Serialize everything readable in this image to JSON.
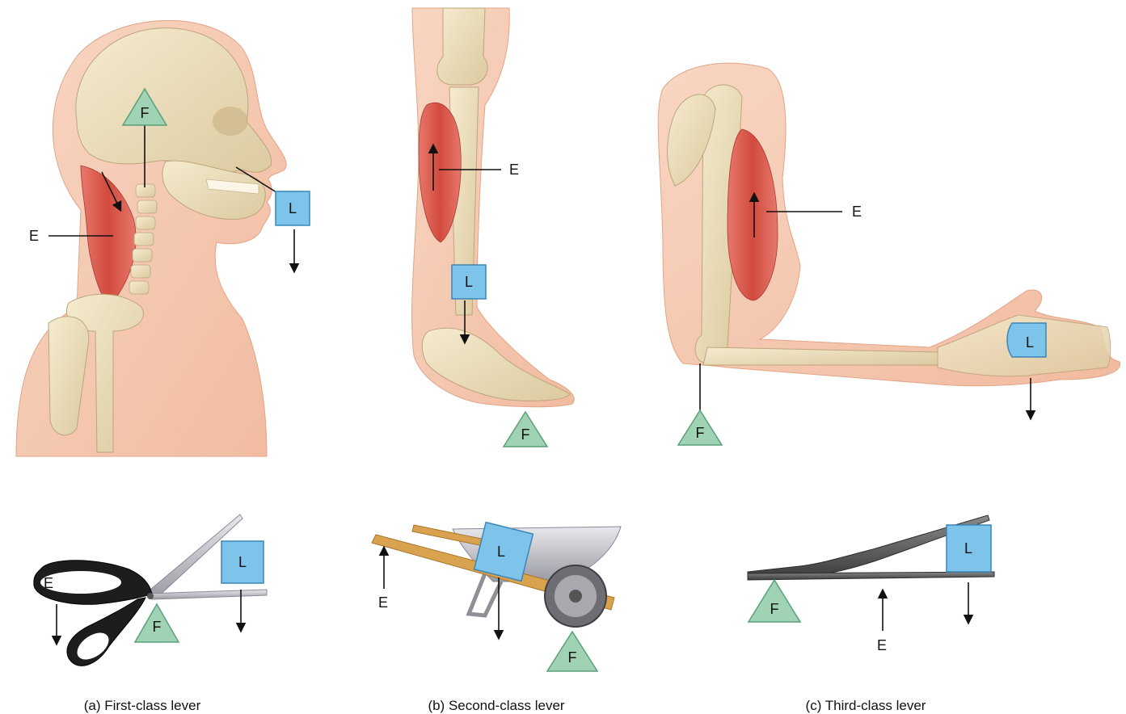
{
  "labels": {
    "fulcrum": "F",
    "effort": "E",
    "load": "L"
  },
  "captions": {
    "a": "(a) First-class lever",
    "b": "(b) Second-class lever",
    "c": "(c) Third-class lever"
  },
  "colors": {
    "fulcrum_fill": "#9fd3b4",
    "fulcrum_stroke": "#5aa07a",
    "load_fill": "#7ec3ea",
    "load_stroke": "#3a86b8",
    "skin": "#f6c9b0",
    "bone": "#efe2bf",
    "muscle": "#d9564a"
  }
}
